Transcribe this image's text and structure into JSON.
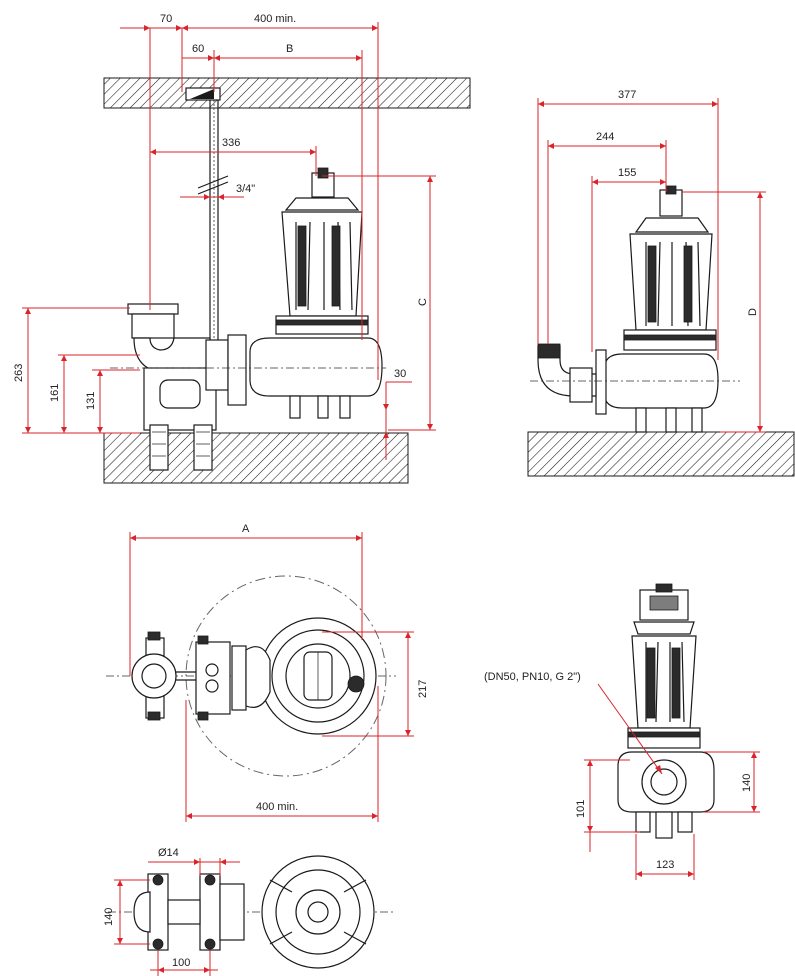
{
  "dimensions": {
    "d70": "70",
    "d400min_top": "400 min.",
    "d60": "60",
    "dB": "B",
    "d336": "336",
    "d3_4": "3/4\"",
    "dC": "C",
    "d30": "30",
    "d263": "263",
    "d161": "161",
    "d131": "131",
    "d377": "377",
    "d244": "244",
    "d155": "155",
    "dD": "D",
    "dA": "A",
    "d217": "217",
    "d400min_plan": "400 min.",
    "outlet_spec": "(DN50, PN10, G 2\")",
    "d101": "101",
    "d140_front": "140",
    "d123": "123",
    "d14": "Ø14",
    "d140_base": "140",
    "d100": "100"
  },
  "colors": {
    "dimension_line": "#d9242b",
    "outline": "#1a1a1a"
  }
}
